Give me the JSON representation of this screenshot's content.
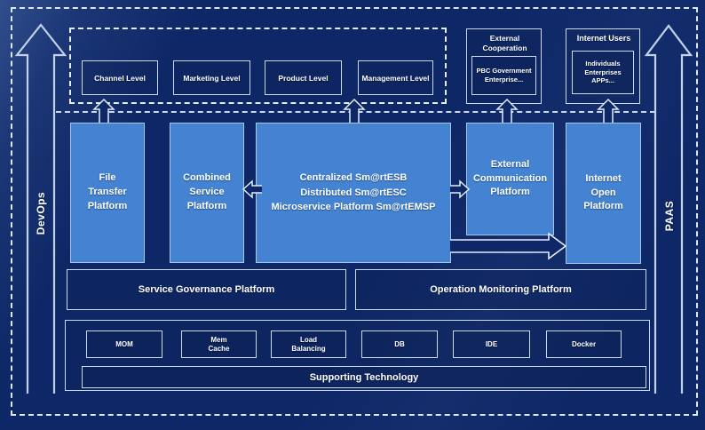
{
  "diagram": {
    "left_arrow_label": "DevOps",
    "right_arrow_label": "PAAS",
    "levels": {
      "items": [
        {
          "label": "Channel Level"
        },
        {
          "label": "Marketing Level"
        },
        {
          "label": "Product Level"
        },
        {
          "label": "Management Level"
        }
      ]
    },
    "external_cooperation": {
      "title": "External\nCooperation",
      "inner": "PBC Government\nEnterprise..."
    },
    "internet_users": {
      "title": "Internet Users",
      "inner": "Individuals\nEnterprises\nAPPs..."
    },
    "platforms": {
      "file_transfer": "File\nTransfer\nPlatform",
      "combined_service": "Combined\nService\nPlatform",
      "central": "Centralized Sm@rtESB\nDistributed Sm@rtESC\nMicroservice Platform Sm@rtEMSP",
      "external_communication": "External\nCommunication\nPlatform",
      "internet_open": "Internet\nOpen\nPlatform"
    },
    "governance": {
      "service": "Service Governance Platform",
      "operation": "Operation Monitoring Platform"
    },
    "technology": {
      "items": [
        {
          "label": "MOM"
        },
        {
          "label": "Mem\nCache"
        },
        {
          "label": "Load\nBalancing"
        },
        {
          "label": "DB"
        },
        {
          "label": "IDE"
        },
        {
          "label": "Docker"
        }
      ],
      "bar": "Supporting Technology"
    },
    "colors": {
      "background": "#0e2766",
      "platform_fill": "#4383d2",
      "platform_border": "#a9c6e7",
      "line": "#d6e1f3"
    }
  }
}
